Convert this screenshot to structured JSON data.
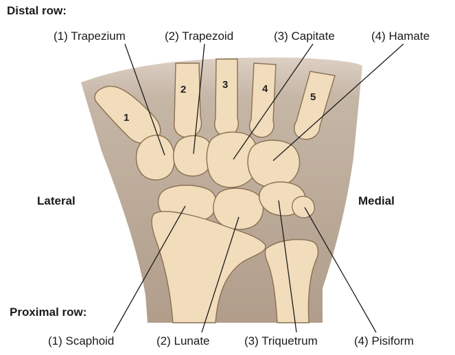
{
  "headings": {
    "distal_row": "Distal row:",
    "proximal_row": "Proximal row:"
  },
  "sides": {
    "lateral": "Lateral",
    "medial": "Medial"
  },
  "distal_labels": [
    "(1) Trapezium",
    "(2) Trapezoid",
    "(3) Capitate",
    "(4) Hamate"
  ],
  "proximal_labels": [
    "(1) Scaphoid",
    "(2) Lunate",
    "(3) Triquetrum",
    "(4) Pisiform"
  ],
  "metacarpal_numbers": [
    "1",
    "2",
    "3",
    "4",
    "5"
  ],
  "colors": {
    "skin": "#b8a694",
    "bone": "#f1dcbb",
    "bone_outline": "#8a6f52",
    "leader_line": "#1a1a1a"
  }
}
